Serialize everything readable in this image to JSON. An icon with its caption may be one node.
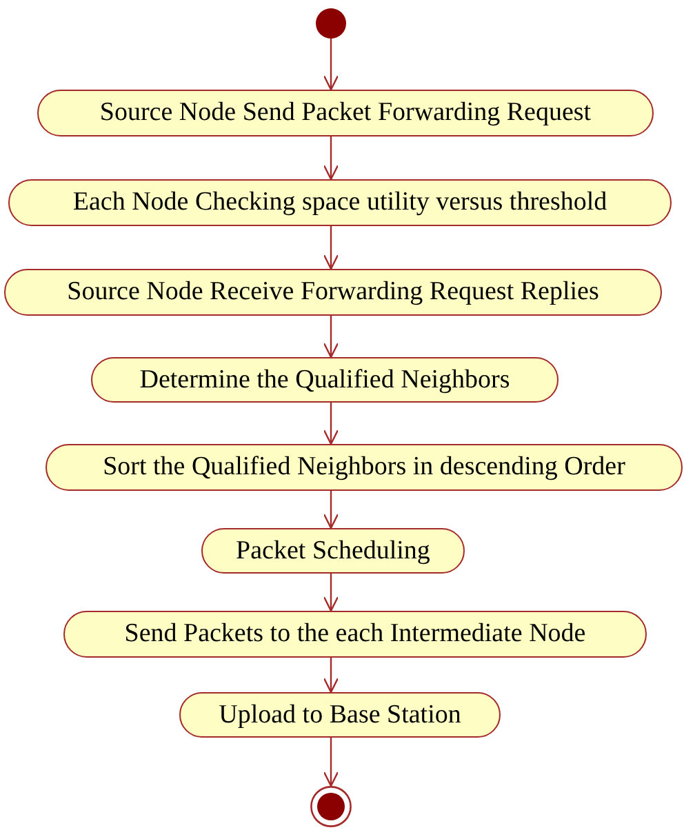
{
  "diagram": {
    "nodes": [
      {
        "text": [],
        "shape": "circle"
      },
      {
        "text": [
          "Source Node Send Packet Forwarding Request"
        ]
      },
      {
        "text": [
          "Each Node Checking space utility versus threshold"
        ]
      },
      {
        "text": [
          "Source Node Receive Forwarding Request Replies"
        ]
      },
      {
        "text": [
          "Determine the Qualified Neighbors"
        ]
      },
      {
        "text": [
          "Sort the Qualified Neighbors in descending Order"
        ]
      },
      {
        "text": [
          "Packet Scheduling"
        ]
      },
      {
        "text": [
          "Send Packets to the each Intermediate Node"
        ]
      },
      {
        "text": [
          "Upload to Base Station"
        ]
      },
      {
        "text": [],
        "shape": "circle"
      }
    ],
    "edges": [
      {
        "from": 0,
        "to": 1,
        "arrow": "to"
      },
      {
        "from": 1,
        "to": 2,
        "arrow": "to"
      },
      {
        "from": 2,
        "to": 3,
        "arrow": "to"
      },
      {
        "from": 3,
        "to": 4,
        "arrow": "to"
      },
      {
        "from": 4,
        "to": 5,
        "arrow": "to"
      },
      {
        "from": 5,
        "to": 6,
        "arrow": "to"
      },
      {
        "from": 6,
        "to": 7,
        "arrow": "to"
      },
      {
        "from": 7,
        "to": 8,
        "arrow": "to"
      },
      {
        "from": 8,
        "to": 9,
        "arrow": "to"
      }
    ]
  }
}
